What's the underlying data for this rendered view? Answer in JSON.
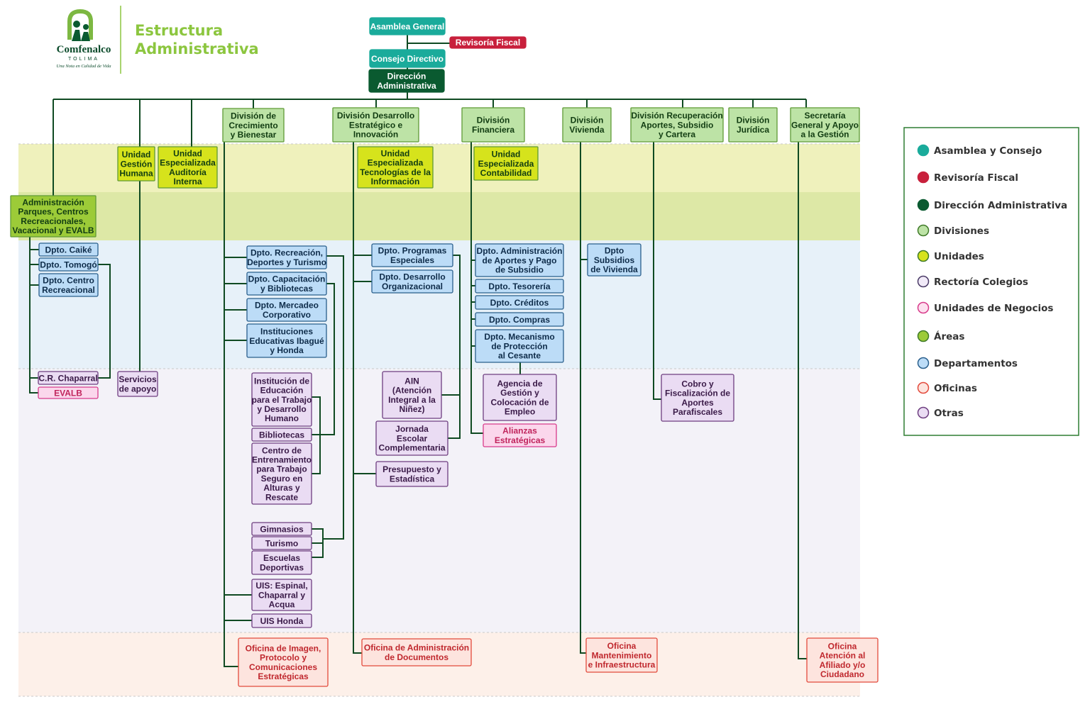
{
  "header": {
    "logo_name": "Comfenalco",
    "logo_region": "TOLIMA",
    "logo_slogan": "Una Nota en Calidad de Vida",
    "title_line1": "Estructura",
    "title_line2": "Administrativa"
  },
  "colors": {
    "asamblea": "#1aab9b",
    "revisoria": "#c8203c",
    "direccion": "#0a5a30",
    "division_fill": "#bde3a6",
    "division_border": "#5f9a36",
    "unidad_fill": "#d6e31c",
    "area_fill": "#9ccb38",
    "depto_fill": "#bcdcf7",
    "depto_border": "#2a5f8c",
    "otras_fill": "#eadcf3",
    "otras_border": "#6e3e80",
    "negocio_fill": "#fbd7ec",
    "negocio_border": "#d83b8b",
    "oficina_fill": "#fde4de",
    "oficina_border": "#e34a3c",
    "band_unidades": "#eff1bc",
    "band_areas": "#dde8a6",
    "band_deptos": "#e7f1f9",
    "band_otras": "#f3f2f8",
    "band_oficinas": "#fdf0e9",
    "line": "#0f4a22"
  },
  "legend": {
    "items": [
      {
        "label": "Asamblea y Consejo",
        "color": "#1aab9b",
        "stroke": "#1aab9b"
      },
      {
        "label": "Revisoría Fiscal",
        "color": "#c8203c",
        "stroke": "#c8203c"
      },
      {
        "label": "Dirección Administrativa",
        "color": "#0a5a30",
        "stroke": "#0a5a30"
      },
      {
        "label": "Divisiones",
        "color": "#bde3a6",
        "stroke": "#3f7a28"
      },
      {
        "label": "Unidades",
        "color": "#d6e31c",
        "stroke": "#3f7a28"
      },
      {
        "label": "Rectoría Colegios",
        "color": "#f1eaf8",
        "stroke": "#4a3a66"
      },
      {
        "label": "Unidades de Negocios",
        "color": "#fde0ef",
        "stroke": "#d83b8b"
      },
      {
        "label": "Áreas",
        "color": "#9ccb38",
        "stroke": "#3f7a28"
      },
      {
        "label": "Departamentos",
        "color": "#bcdcf7",
        "stroke": "#2a5f8c"
      },
      {
        "label": "Oficinas",
        "color": "#fde4de",
        "stroke": "#e34a3c"
      },
      {
        "label": "Otras",
        "color": "#eadcf3",
        "stroke": "#6e3e80"
      }
    ]
  },
  "nodes": [
    {
      "id": "asamblea",
      "type": "asamblea",
      "lines": [
        "Asamblea General"
      ]
    },
    {
      "id": "revisoria",
      "type": "revisoria",
      "lines": [
        "Revisoría Fiscal"
      ]
    },
    {
      "id": "consejo",
      "type": "asamblea",
      "lines": [
        "Consejo Directivo"
      ]
    },
    {
      "id": "direccion",
      "type": "direccion",
      "lines": [
        "Dirección",
        "Administrativa"
      ]
    },
    {
      "id": "div_crec",
      "type": "division",
      "lines": [
        "División de",
        "Crecimiento",
        "y Bienestar"
      ]
    },
    {
      "id": "div_des",
      "type": "division",
      "lines": [
        "División Desarrollo",
        "Estratégico e",
        "Innovación"
      ]
    },
    {
      "id": "div_fin",
      "type": "division",
      "lines": [
        "División",
        "Financiera"
      ]
    },
    {
      "id": "div_viv",
      "type": "division",
      "lines": [
        "División",
        "Vivienda"
      ]
    },
    {
      "id": "div_rec",
      "type": "division",
      "lines": [
        "División Recuperación",
        "Aportes, Subsidio",
        "y Cartera"
      ]
    },
    {
      "id": "div_jur",
      "type": "division",
      "lines": [
        "División",
        "Jurídica"
      ]
    },
    {
      "id": "secgen",
      "type": "division",
      "lines": [
        "Secretaría",
        "General y Apoyo",
        "a la Gestión"
      ]
    },
    {
      "id": "u_gh",
      "type": "unidad",
      "lines": [
        "Unidad",
        "Gestión",
        "Humana"
      ]
    },
    {
      "id": "u_ai",
      "type": "unidad",
      "lines": [
        "Unidad",
        "Especializada",
        "Auditoría",
        "Interna"
      ]
    },
    {
      "id": "u_ti",
      "type": "unidad",
      "lines": [
        "Unidad",
        "Especializada",
        "Tecnologías de la",
        "Información"
      ]
    },
    {
      "id": "u_cont",
      "type": "unidad",
      "lines": [
        "Unidad",
        "Especializada",
        "Contabilidad"
      ]
    },
    {
      "id": "admin_parques",
      "type": "area",
      "lines": [
        "Administración",
        "Parques, Centros",
        "Recreacionales,",
        "Vacacional y EVALB"
      ]
    },
    {
      "id": "d_caike",
      "type": "depto",
      "lines": [
        "Dpto. Caiké"
      ]
    },
    {
      "id": "d_tomogo",
      "type": "depto",
      "lines": [
        "Dpto. Tomogó"
      ]
    },
    {
      "id": "d_centro",
      "type": "depto",
      "lines": [
        "Dpto. Centro",
        "Recreacional"
      ]
    },
    {
      "id": "d_recre",
      "type": "depto",
      "lines": [
        "Dpto. Recreación,",
        "Deportes y Turismo"
      ]
    },
    {
      "id": "d_capac",
      "type": "depto",
      "lines": [
        "Dpto. Capacitación",
        "y Bibliotecas"
      ]
    },
    {
      "id": "d_merc",
      "type": "depto",
      "lines": [
        "Dpto. Mercadeo",
        "Corporativo"
      ]
    },
    {
      "id": "inst_edu",
      "type": "depto",
      "lines": [
        "Instituciones",
        "Educativas Ibagué",
        "y Honda"
      ]
    },
    {
      "id": "d_prog",
      "type": "depto",
      "lines": [
        "Dpto. Programas",
        "Especiales"
      ]
    },
    {
      "id": "d_desorg",
      "type": "depto",
      "lines": [
        "Dpto. Desarrollo",
        "Organizacional"
      ]
    },
    {
      "id": "d_aportes",
      "type": "depto",
      "lines": [
        "Dpto. Administración",
        "de Aportes y Pago",
        "de Subsidio"
      ]
    },
    {
      "id": "d_teso",
      "type": "depto",
      "lines": [
        "Dpto. Tesorería"
      ]
    },
    {
      "id": "d_cred",
      "type": "depto",
      "lines": [
        "Dpto. Créditos"
      ]
    },
    {
      "id": "d_compras",
      "type": "depto",
      "lines": [
        "Dpto. Compras"
      ]
    },
    {
      "id": "d_mecan",
      "type": "depto",
      "lines": [
        "Dpto. Mecanismo",
        "de Protección",
        "al Cesante"
      ]
    },
    {
      "id": "d_subs",
      "type": "depto",
      "lines": [
        "Dpto",
        "Subsidios",
        "de Vivienda"
      ]
    },
    {
      "id": "cr_chaparral",
      "type": "otras",
      "lines": [
        "C.R. Chaparral"
      ]
    },
    {
      "id": "evalb",
      "type": "negocio",
      "lines": [
        "EVALB"
      ]
    },
    {
      "id": "serv_apoyo",
      "type": "otras",
      "lines": [
        "Servicios",
        "de apoyo"
      ]
    },
    {
      "id": "inst_trabajo",
      "type": "otras",
      "lines": [
        "Institución de",
        "Educación",
        "para el Trabajo",
        "y Desarrollo",
        "Humano"
      ]
    },
    {
      "id": "bibliotecas",
      "type": "otras",
      "lines": [
        "Bibliotecas"
      ]
    },
    {
      "id": "centro_entren",
      "type": "otras",
      "lines": [
        "Centro de",
        "Entrenamiento",
        "para Trabajo",
        "Seguro en",
        "Alturas y",
        "Rescate"
      ]
    },
    {
      "id": "gimnasios",
      "type": "otras",
      "lines": [
        "Gimnasios"
      ]
    },
    {
      "id": "turismo",
      "type": "otras",
      "lines": [
        "Turismo"
      ]
    },
    {
      "id": "escuelas",
      "type": "otras",
      "lines": [
        "Escuelas",
        "Deportivas"
      ]
    },
    {
      "id": "uis_esp",
      "type": "otras",
      "lines": [
        "UIS: Espinal,",
        "Chaparral y",
        "Acqua"
      ]
    },
    {
      "id": "uis_honda",
      "type": "otras",
      "lines": [
        "UIS Honda"
      ]
    },
    {
      "id": "ain",
      "type": "otras",
      "lines": [
        "AIN",
        "(Atención",
        "Integral a la",
        "Niñez)"
      ]
    },
    {
      "id": "jornada",
      "type": "otras",
      "lines": [
        "Jornada",
        "Escolar",
        "Complementaria"
      ]
    },
    {
      "id": "presupuesto",
      "type": "otras",
      "lines": [
        "Presupuesto y",
        "Estadística"
      ]
    },
    {
      "id": "agencia",
      "type": "otras",
      "lines": [
        "Agencia de",
        "Gestión y",
        "Colocación de",
        "Empleo"
      ]
    },
    {
      "id": "alianzas",
      "type": "negocio",
      "lines": [
        "Alianzas",
        "Estratégicas"
      ]
    },
    {
      "id": "cobro",
      "type": "otras",
      "lines": [
        "Cobro y",
        "Fiscalización de",
        "Aportes",
        "Parafiscales"
      ]
    },
    {
      "id": "of_imagen",
      "type": "oficina",
      "lines": [
        "Oficina de Imagen,",
        "Protocolo y",
        "Comunicaciones",
        "Estratégicas"
      ]
    },
    {
      "id": "of_docs",
      "type": "oficina",
      "lines": [
        "Oficina de Administración",
        "de Documentos"
      ]
    },
    {
      "id": "of_mant",
      "type": "oficina",
      "lines": [
        "Oficina",
        "Mantenimiento",
        "e Infraestructura"
      ]
    },
    {
      "id": "of_atencion",
      "type": "oficina",
      "lines": [
        "Oficina",
        "Atención al",
        "Afiliado y/o",
        "Ciudadano"
      ]
    }
  ]
}
